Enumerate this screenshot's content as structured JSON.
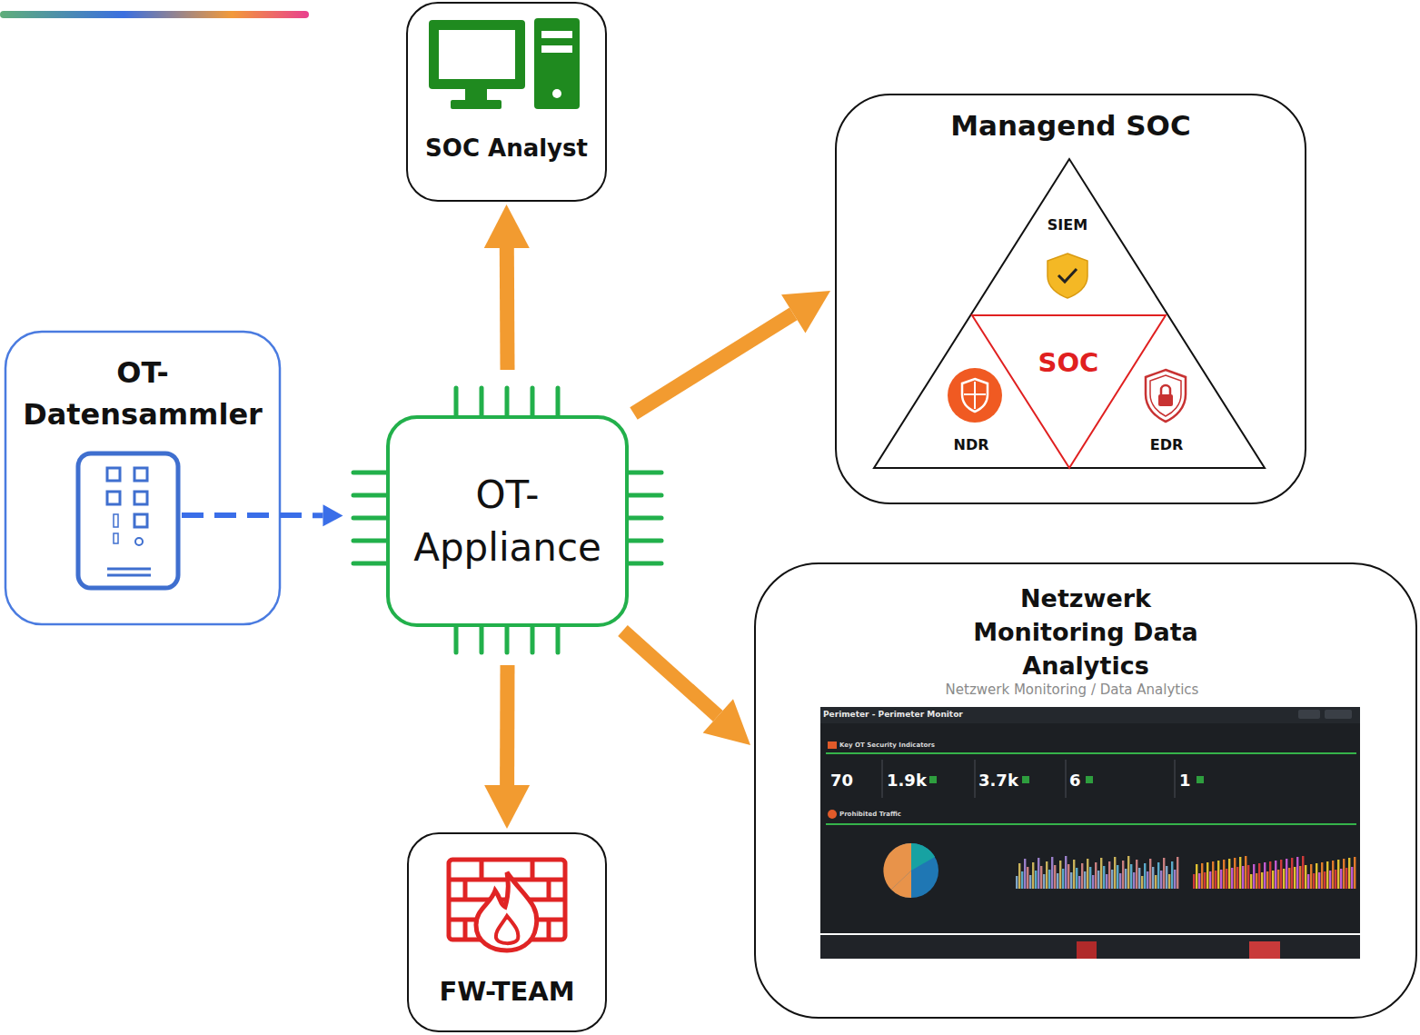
{
  "diagram": {
    "nodes": [
      {
        "text": [
          "OT- Datensammler"
        ]
      },
      {
        "text": [
          "OT- Appliance"
        ]
      },
      {
        "text": [
          "SOC Analyst"
        ]
      },
      {
        "text": [
          "Managend SOC"
        ]
      },
      {
        "text": [
          "SIEM"
        ],
        "in": 3
      },
      {
        "text": [
          "SOC"
        ],
        "in": 3
      },
      {
        "text": [
          "NDR"
        ],
        "in": 3
      },
      {
        "text": [
          "EDR"
        ],
        "in": 3
      },
      {
        "text": [
          "Netzwerk Monitoring Data Analytics"
        ]
      },
      {
        "text": [
          "FW-TEAM"
        ]
      }
    ],
    "edges": [
      {
        "from": 0,
        "to": 1,
        "arrow": "to"
      },
      {
        "from": 1,
        "to": 2,
        "arrow": "to"
      },
      {
        "from": 1,
        "to": 3,
        "arrow": "to"
      },
      {
        "from": 1,
        "to": 8,
        "arrow": "to"
      },
      {
        "from": 1,
        "to": 9,
        "arrow": "to"
      }
    ],
    "labels": [
      "Netzwerk Monitoring / Data Analytics",
      "Perimeter - Perimeter Monitor",
      "Key OT Security Indicators",
      "70",
      "1.9k",
      "3.7k",
      "6",
      "1",
      "Prohibited Traffic"
    ]
  }
}
